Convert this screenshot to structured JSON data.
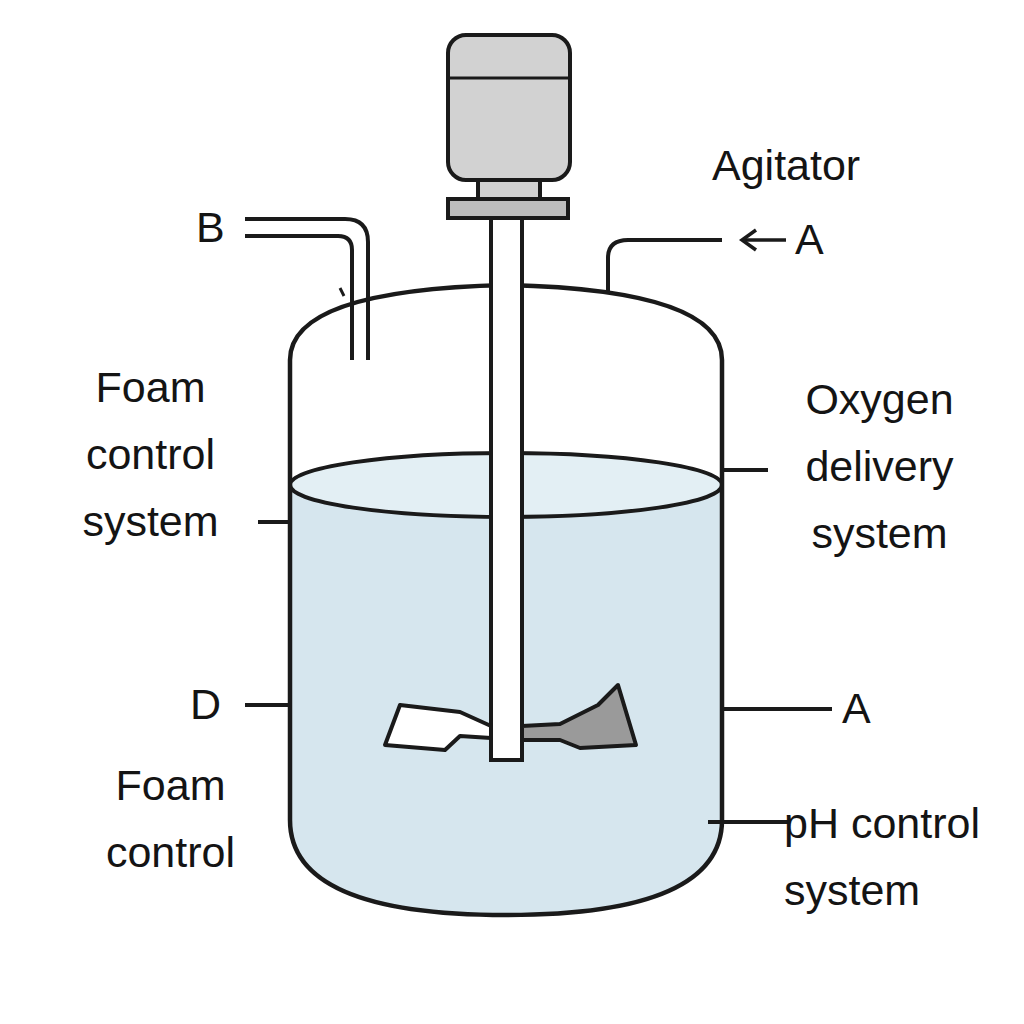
{
  "diagram": {
    "labels": [
      "Agitator",
      "A",
      "B",
      "Foam control system",
      "Oxygen delivery system",
      "D",
      "A",
      "Foam control",
      "pH control system"
    ]
  }
}
